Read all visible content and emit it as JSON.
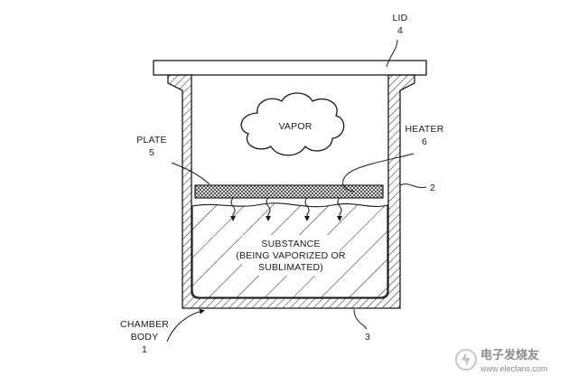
{
  "labels": {
    "lid": {
      "name": "LID",
      "num": "4"
    },
    "vapor": "VAPOR",
    "heater": {
      "name": "HEATER",
      "num": "6"
    },
    "plate": {
      "name": "PLATE",
      "num": "5"
    },
    "ref_2": "2",
    "ref_3": "3",
    "substance": [
      "SUBSTANCE",
      "(BEING VAPORIZED OR",
      "SUBLIMATED)"
    ],
    "chamber_body": {
      "line1": "CHAMBER",
      "line2": "BODY",
      "num": "1"
    }
  },
  "watermark": {
    "title": "电子发烧友",
    "url": "www.elecfans.com"
  }
}
